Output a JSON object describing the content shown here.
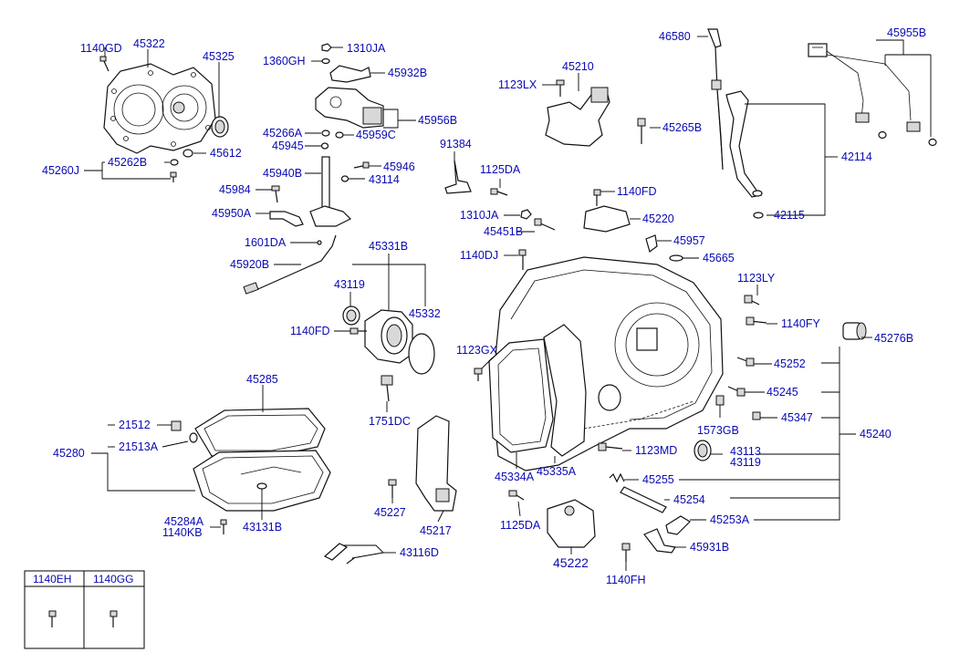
{
  "labels": {
    "p1140GD": "1140GD",
    "p45322": "45322",
    "p45325": "45325",
    "p45612": "45612",
    "p45262B": "45262B",
    "p45260J": "45260J",
    "p1310JA_top": "1310JA",
    "p1360GH": "1360GH",
    "p45932B": "45932B",
    "p45956B": "45956B",
    "p45266A": "45266A",
    "p45959C": "45959C",
    "p45945": "45945",
    "p45940B": "45940B",
    "p45946": "45946",
    "p43114": "43114",
    "p45984": "45984",
    "p45950A": "45950A",
    "p1601DA": "1601DA",
    "p45920B": "45920B",
    "p1123LX": "1123LX",
    "p45210": "45210",
    "p46580": "46580",
    "p45265B": "45265B",
    "p45955B": "45955B",
    "p42114": "42114",
    "p42115": "42115",
    "p91384": "91384",
    "p1125DA_top": "1125DA",
    "p1140FD_top": "1140FD",
    "p1310JA_mid": "1310JA",
    "p45220": "45220",
    "p45451B": "45451B",
    "p45957": "45957",
    "p45665": "45665",
    "p1140DJ": "1140DJ",
    "p45331B": "45331B",
    "p43119_left": "43119",
    "p45332": "45332",
    "p1140FD_mid": "1140FD",
    "p1123LY": "1123LY",
    "p1140FY": "1140FY",
    "p45276B": "45276B",
    "p1123GX": "1123GX",
    "p45252": "45252",
    "p45245": "45245",
    "p1573GB": "1573GB",
    "p45347": "45347",
    "p45240": "45240",
    "p45285": "45285",
    "p21512": "21512",
    "p21513A": "21513A",
    "p45280": "45280",
    "p1751DC": "1751DC",
    "p45334A": "45334A",
    "p45335A": "45335A",
    "p1123MD": "1123MD",
    "p43113": "43113",
    "p43119_right": "43119",
    "p45255": "45255",
    "p45254": "45254",
    "p45227": "45227",
    "p45217": "45217",
    "p1125DA_bot": "1125DA",
    "p45253A": "45253A",
    "p45284A": "45284A",
    "p1140KB": "1140KB",
    "p43131B": "43131B",
    "p45222": "45222",
    "p45931B": "45931B",
    "p43116D": "43116D",
    "p1140FH": "1140FH"
  },
  "legend_box": {
    "col1": "1140EH",
    "col2": "1140GG"
  },
  "colors": {
    "label": "#0a0ab4",
    "line": "#000000"
  }
}
